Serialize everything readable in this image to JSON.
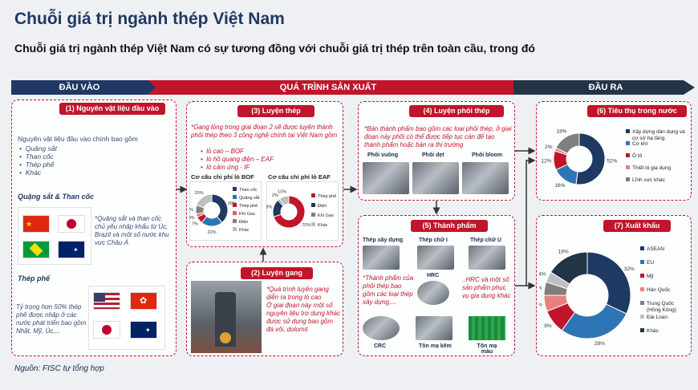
{
  "title": "Chuỗi giá trị ngành thép Việt Nam",
  "subtitle": "Chuỗi giá trị ngành thép Việt Nam có sự tương đồng với chuỗi giá trị thép trên toàn cầu, trong đó",
  "phases": [
    "ĐẦU VÀO",
    "QUÁ TRÌNH SẢN XUẤT",
    "ĐẦU RA"
  ],
  "colors": {
    "red": "#c0152a",
    "navy": "#1f3864",
    "dark": "#243447"
  },
  "box1": {
    "header": "(1) Nguyên vật liệu đầu vào",
    "intro": "Nguyên vật liệu đầu vào chính bao gồm",
    "items": [
      "Quặng sắt",
      "Than cốc",
      "Thép phế",
      "Khác"
    ],
    "sec1_title": "Quặng sắt & Than cốc",
    "sec1_text": "*Quặng sắt và than cốc chủ yếu nhập khẩu từ Úc, Brazil và một số nước khu vực Châu Á",
    "sec2_title": "Thép phế",
    "sec2_text": "Tỷ trọng hơn 50% thép phế được nhập ở các nước phát triển bao gồm Nhật, Mỹ, Úc,..."
  },
  "box3": {
    "header": "(3) Luyện thép",
    "text": "*Gang lỏng trong giai đoạn 2 sẽ được luyện thành phôi thép theo 3 công nghệ chính tại Việt Nam gồm",
    "items": [
      "lò cao – BOF",
      "lò hồ quang điện – EAF",
      "lò cảm ứng - IF"
    ],
    "chart1_title": "Cơ cấu chi phí lò BOF",
    "chart2_title": "Cơ cấu chi phí lò EAF"
  },
  "box2": {
    "header": "(2) Luyện gang",
    "text": "*Quá trình luyện gang diễn ra trong lò cao\nỞ giai đoạn này một số nguyên liệu trợ dung khác được sử dụng bao gồm đá vôi, dolomit"
  },
  "box4": {
    "header": "(4) Luyện phôi thép",
    "text": "*Bán thành phẩm bao gồm các loại phôi thép, ở giai đoạn này phôi có thể được tiếp tục cán để tạo thành phẩm hoặc bán ra thị trường",
    "products": [
      "Phôi vuông",
      "Phôi dẹt",
      "Phôi bloom"
    ]
  },
  "box5": {
    "header": "(5) Thành phẩm",
    "products_top": [
      "Thép xây dựng",
      "Thép chữ I",
      "Thép chữ U"
    ],
    "hrc": "HRC",
    "text_left": "*Thành phẩm của phôi thép bao gồm các loại thép xây dựng,...",
    "text_right": "..HRC và một số sản phẩm phục vụ gia dụng khác",
    "products_bottom": [
      "CRC",
      "Tôn mạ kẽm",
      "Tôn mạ màu"
    ]
  },
  "box6": {
    "header": "(6) Tiêu thụ trong nước"
  },
  "box7": {
    "header": "(7) Xuất khẩu"
  },
  "source": "Nguồn: FISC tự tổng hợp",
  "chart_data": [
    {
      "type": "pie",
      "title": "Cơ cấu chi phí lò BOF",
      "categories": [
        "Than cốc",
        "Quặng sắt",
        "Thép phế",
        "Khí Gas",
        "Điện",
        "Khác"
      ],
      "values": [
        39,
        22,
        7,
        3,
        9,
        20
      ],
      "colors": [
        "#1f3864",
        "#2e75b6",
        "#c0152a",
        "#e06060",
        "#7f7f7f",
        "#bfbfbf"
      ],
      "labels": [
        "39%",
        "22%",
        "7%",
        "3%",
        "9%",
        "20%"
      ]
    },
    {
      "type": "pie",
      "title": "Cơ cấu chi phí lò EAF",
      "categories": [
        "Thép phế",
        "Điện",
        "Khí Gas",
        "Khác"
      ],
      "values": [
        70,
        18,
        2,
        10
      ],
      "colors": [
        "#c0152a",
        "#1f3864",
        "#7f7f7f",
        "#bfbfbf"
      ],
      "labels": [
        "70%",
        "18%",
        "2%",
        "10%"
      ]
    },
    {
      "type": "pie",
      "title": "(6) Tiêu thụ trong nước",
      "categories": [
        "Xây dựng dân dụng và cơ sở hạ tầng",
        "Cơ khí",
        "Ô tô",
        "Thiết bị gia dụng",
        "Lĩnh vực khác"
      ],
      "values": [
        52,
        16,
        12,
        2,
        18
      ],
      "colors": [
        "#1f3864",
        "#2e75b6",
        "#c0152a",
        "#e88080",
        "#7f7f7f"
      ],
      "labels": [
        "52%",
        "16%",
        "12%",
        "2%",
        "18%"
      ]
    },
    {
      "type": "pie",
      "title": "(7) Xuất khẩu",
      "categories": [
        "ASEAN",
        "EU",
        "Mỹ",
        "Hàn Quốc",
        "Trung Quốc (Hồng Kông)",
        "Đài Loan",
        "Khác"
      ],
      "values": [
        32,
        28,
        9,
        6,
        5,
        4,
        16
      ],
      "colors": [
        "#1f3864",
        "#2e75b6",
        "#c0152a",
        "#e88080",
        "#7f7f7f",
        "#bfbfbf",
        "#243447"
      ],
      "labels": [
        "32%",
        "28%",
        "9%",
        "6%",
        "5%",
        "4%",
        "16%"
      ]
    }
  ]
}
